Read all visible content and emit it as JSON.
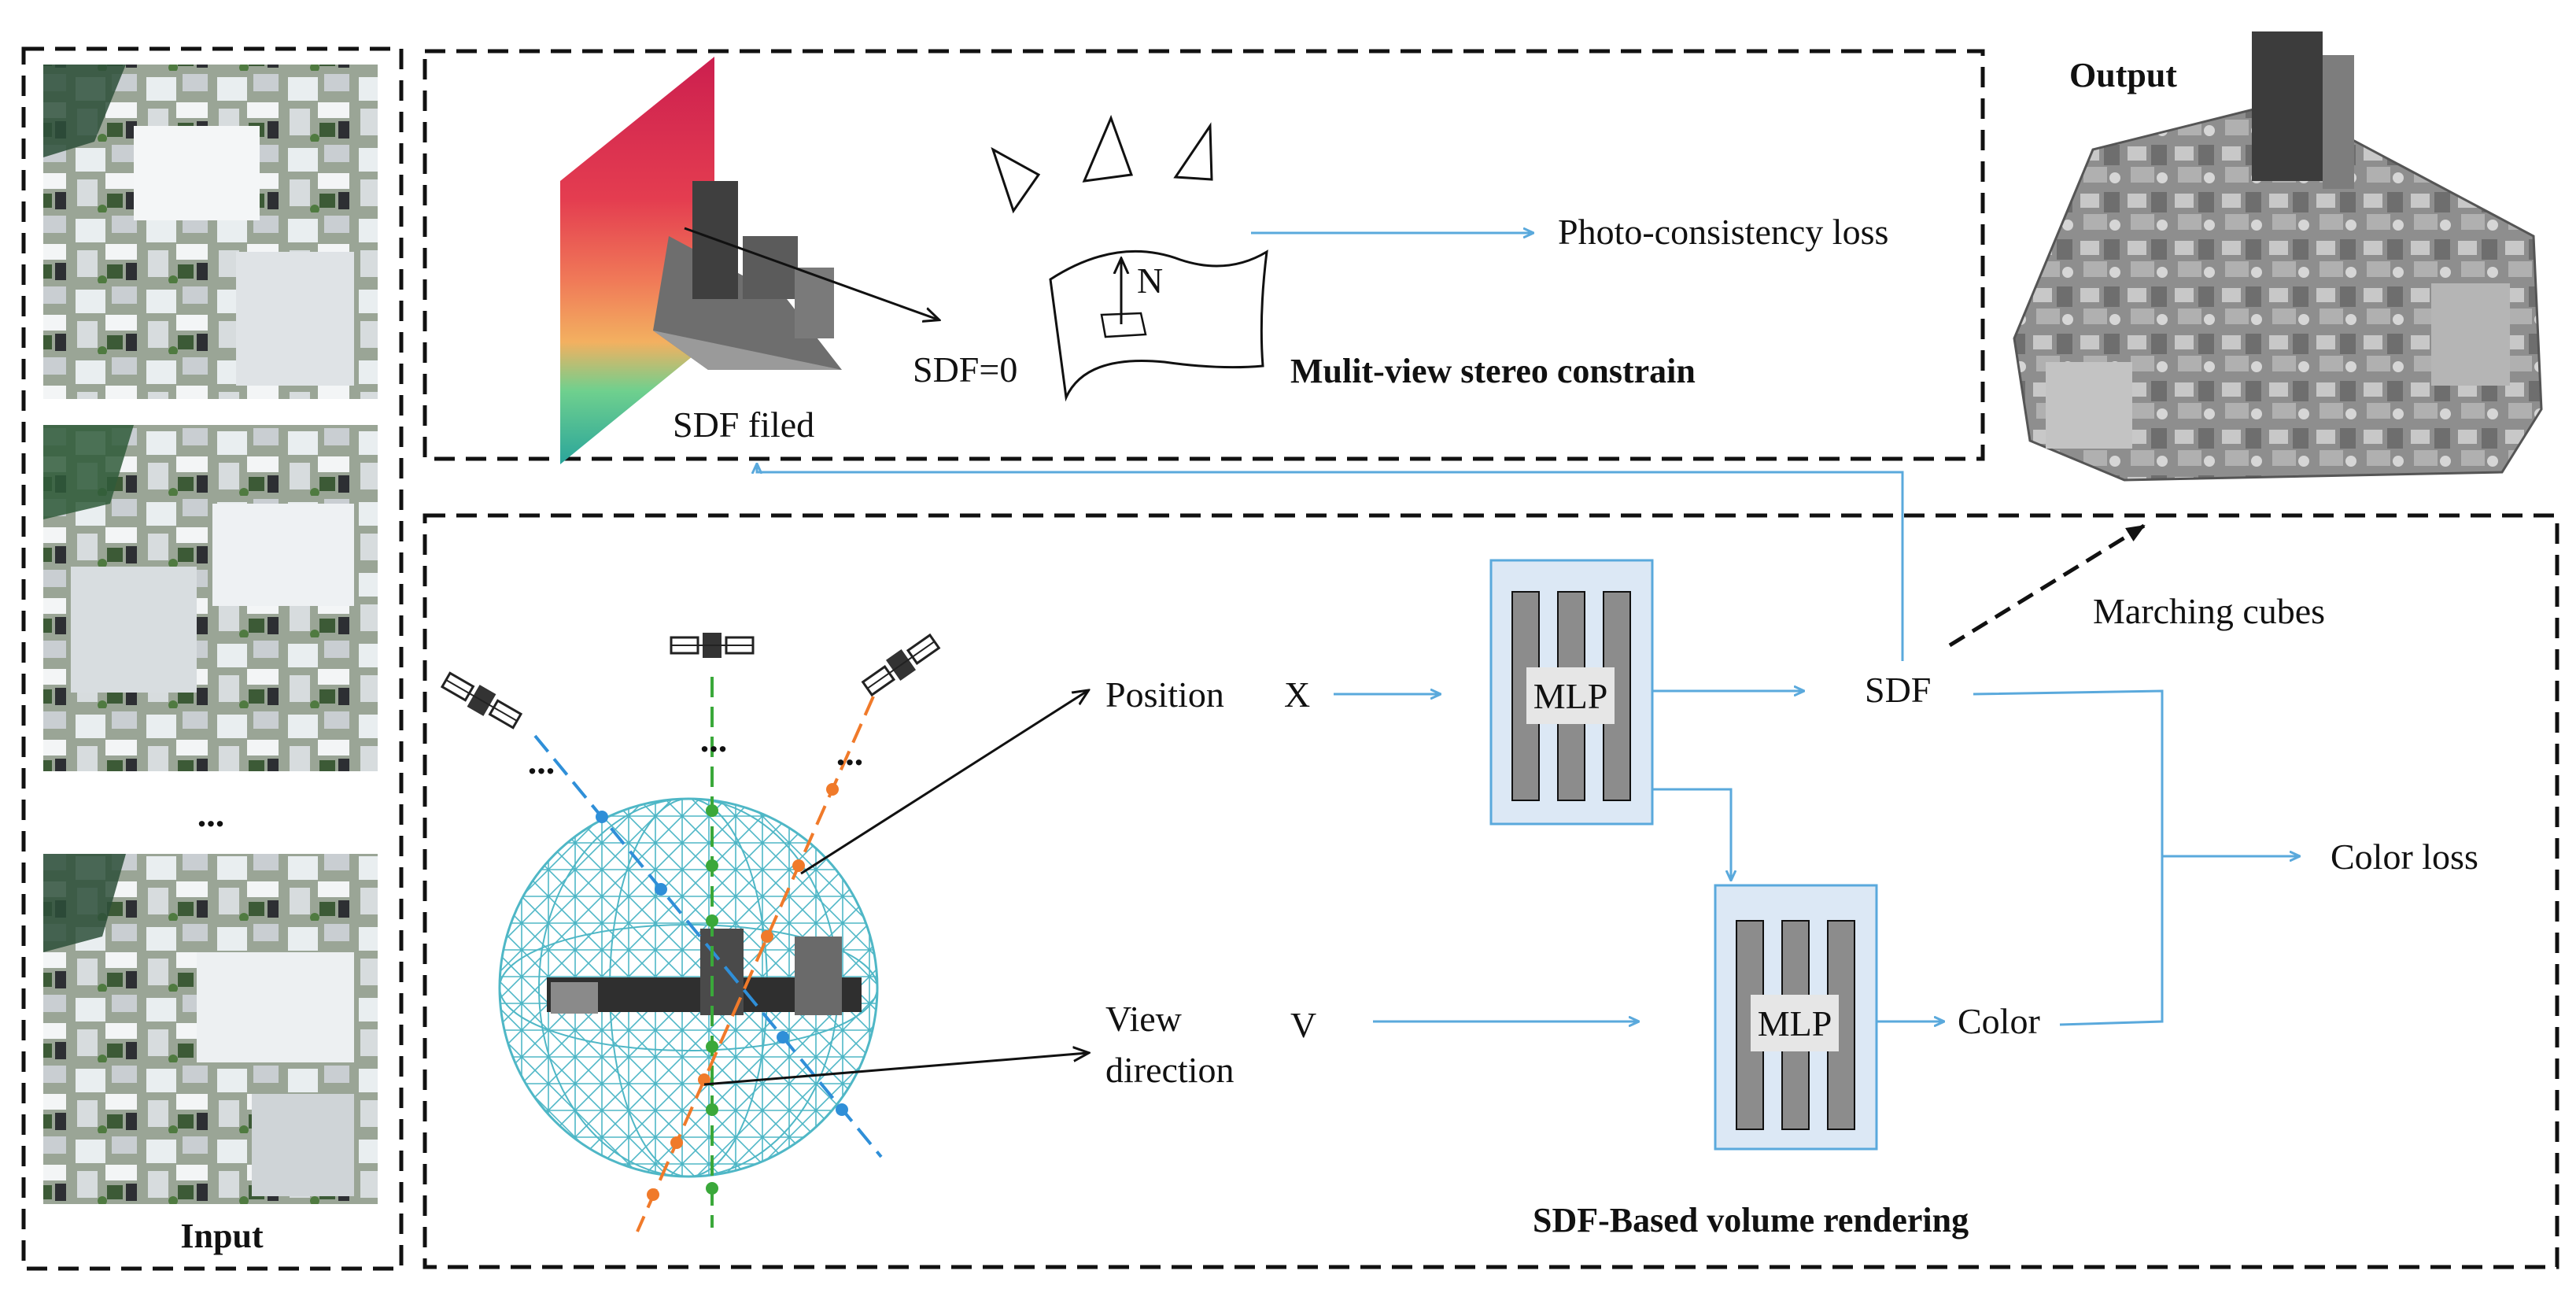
{
  "input": {
    "label": "Input",
    "ellipsis": "..."
  },
  "output": {
    "label": "Output"
  },
  "mvs_panel": {
    "sdf_field_label": "SDF filed",
    "sdf_zero_label": "SDF=0",
    "normal_label": "N",
    "photo_loss_label": "Photo-consistency loss",
    "title": "Mulit-view stereo constrain"
  },
  "render_panel": {
    "title": "SDF-Based volume rendering",
    "position_label": "Position",
    "x_label": "X",
    "view_dir_line1": "View",
    "view_dir_line2": "direction",
    "v_label": "V",
    "mlp1_label": "MLP",
    "mlp2_label": "MLP",
    "sdf_label": "SDF",
    "color_label": "Color",
    "color_loss_label": "Color loss",
    "marching_label": "Marching cubes",
    "ray_dots": "..."
  },
  "colors": {
    "arrow_blue": "#5aa9dc",
    "mlp_fill": "#dce8f5",
    "mlp_bar": "#8c8c8c",
    "sphere_mesh": "#4fb7c6",
    "ray_blue": "#2f8fd8",
    "ray_green": "#3aa83a",
    "ray_orange": "#f07a2a"
  }
}
